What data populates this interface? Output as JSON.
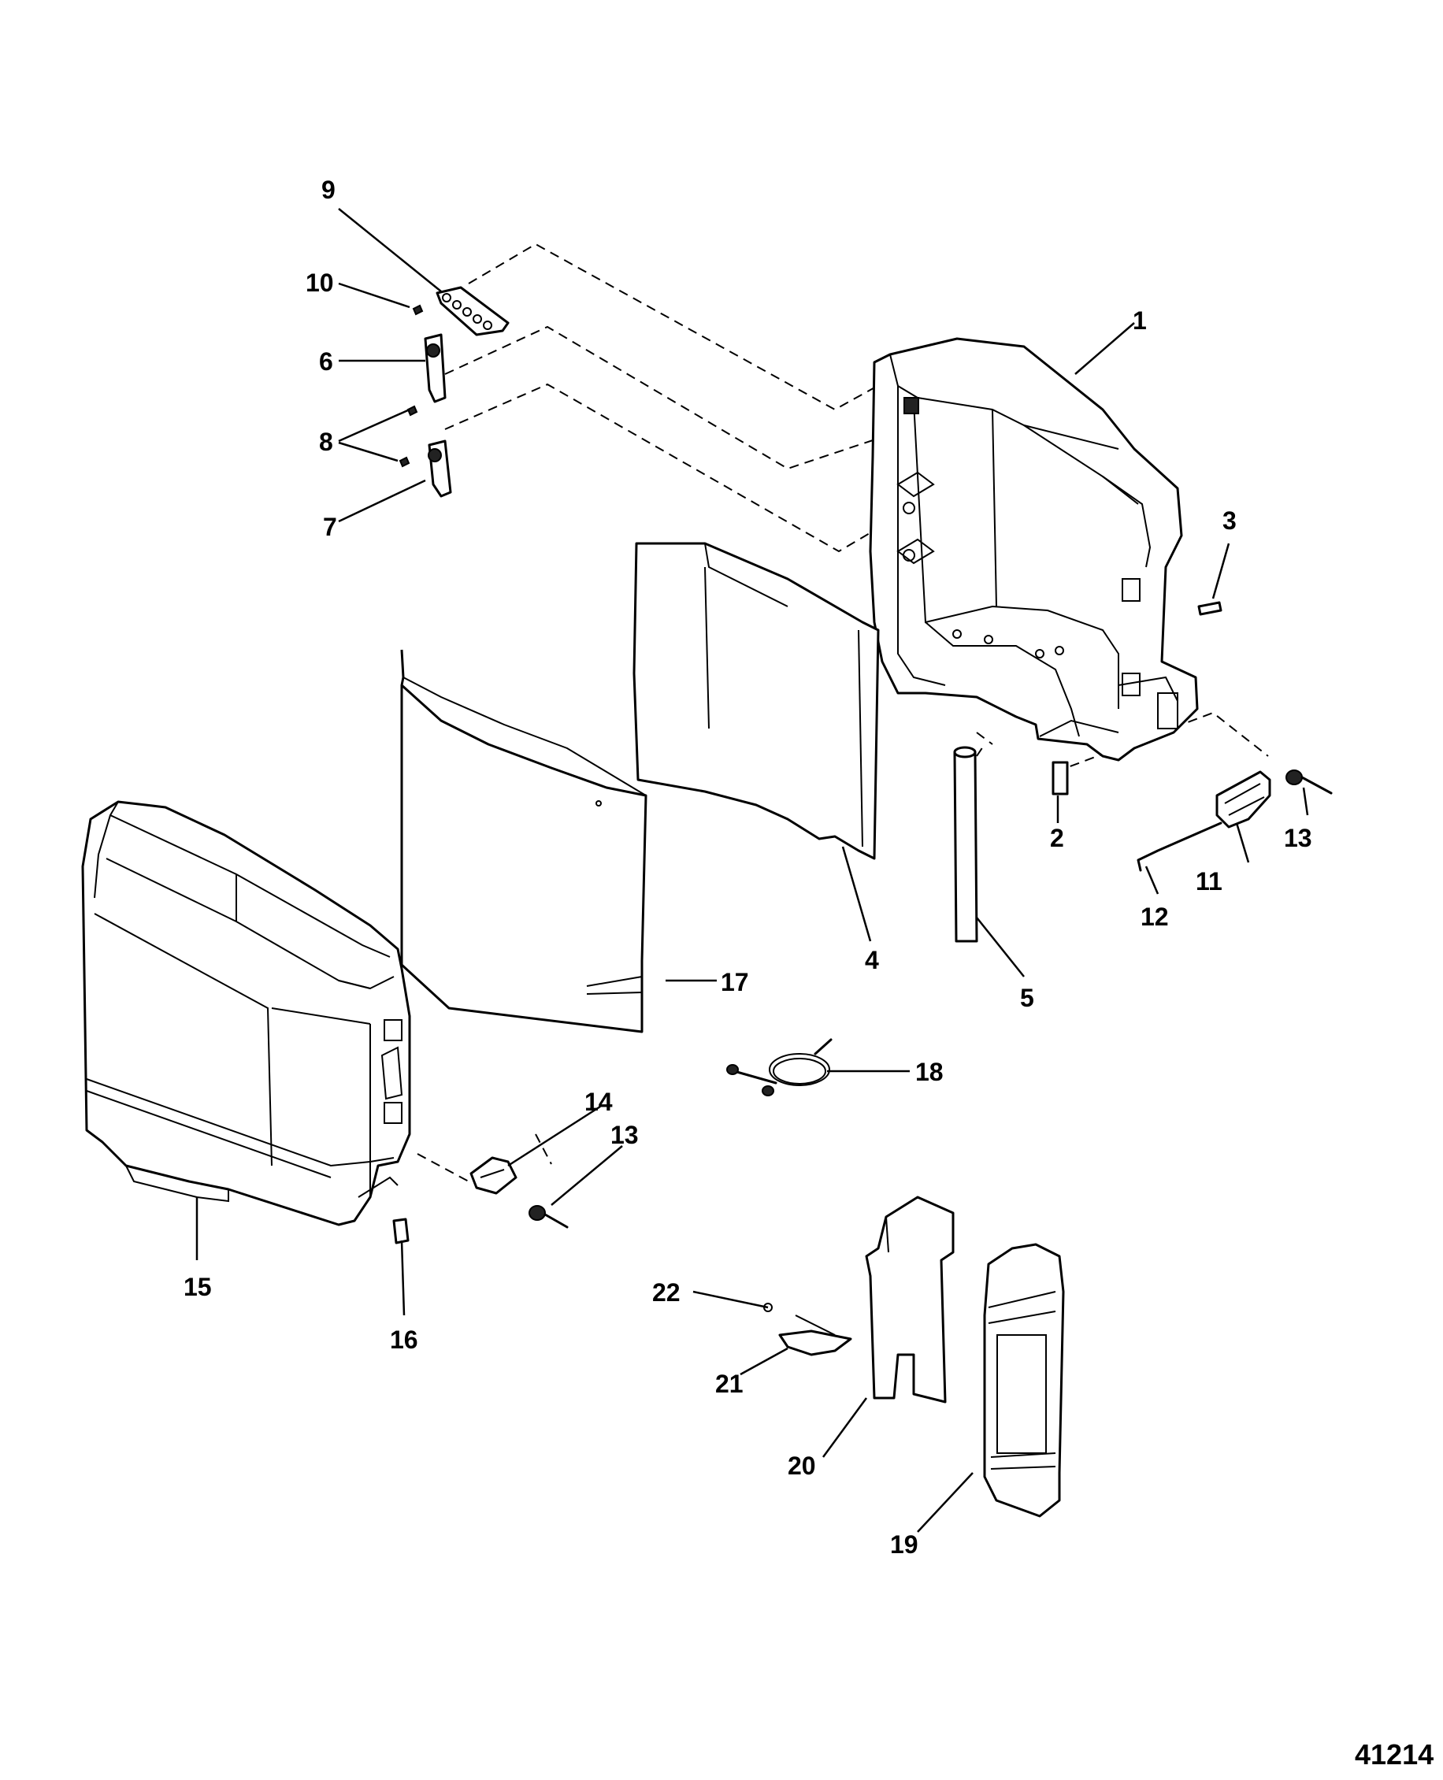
{
  "diagram": {
    "figure_number": "41214",
    "callouts": [
      "1",
      "2",
      "3",
      "4",
      "5",
      "6",
      "7",
      "8",
      "9",
      "10",
      "11",
      "12",
      "13",
      "13",
      "14",
      "15",
      "16",
      "17",
      "18",
      "19",
      "20",
      "21",
      "22"
    ]
  }
}
